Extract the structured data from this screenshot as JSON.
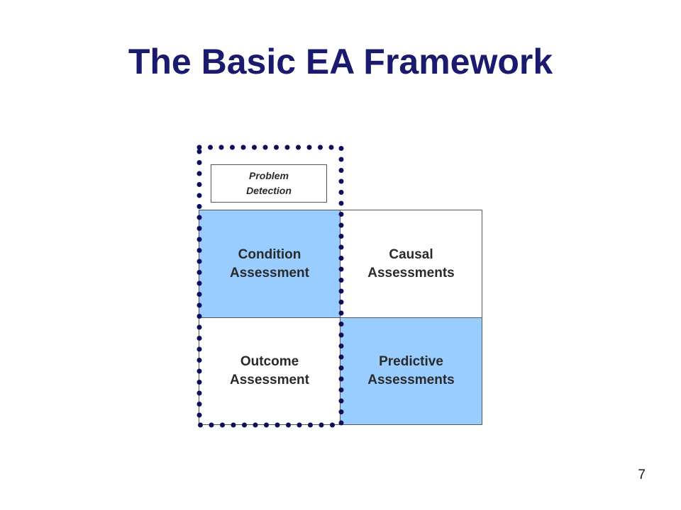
{
  "slide": {
    "title": "The Basic EA Framework",
    "page_number": "7"
  },
  "diagram": {
    "group_label": "Problem\nDetection",
    "cells": {
      "condition": "Condition\nAssessment",
      "causal": "Causal\nAssessments",
      "outcome": "Outcome\nAssessment",
      "predictive": "Predictive\nAssessments"
    }
  },
  "colors": {
    "title": "#1a1a6e",
    "highlight_fill": "#99ccff",
    "dotted_border": "#0d0d5e"
  }
}
